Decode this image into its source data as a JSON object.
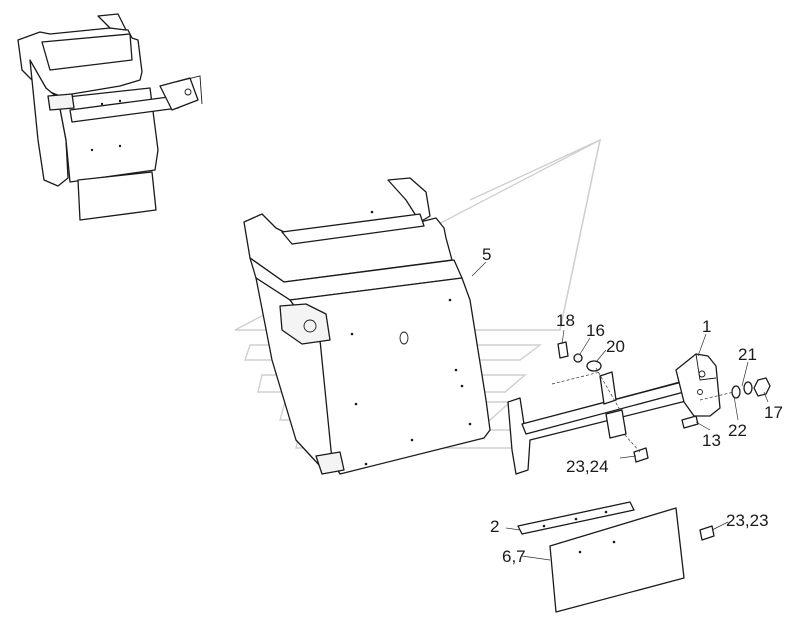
{
  "callouts": {
    "c5": "5",
    "c18": "18",
    "c16": "16",
    "c20": "20",
    "c1": "1",
    "c21": "21",
    "c17": "17",
    "c22": "22",
    "c13": "13",
    "c2324": "23,24",
    "c2": "2",
    "c67": "6,7",
    "c2323": "23,23"
  },
  "colors": {
    "line": "#1a1a1a",
    "watermark": "#cfcfcf",
    "background": "#ffffff"
  }
}
